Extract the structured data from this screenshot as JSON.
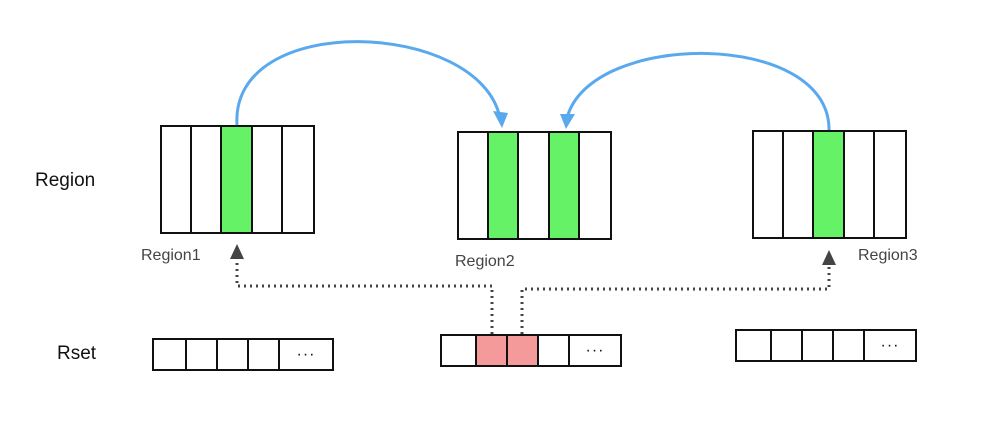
{
  "labels": {
    "region_row": "Region",
    "rset_row": "Rset"
  },
  "regions": [
    {
      "name": "Region1",
      "cells": 5,
      "highlighted": [
        2
      ]
    },
    {
      "name": "Region2",
      "cells": 5,
      "highlighted": [
        1,
        3
      ]
    },
    {
      "name": "Region3",
      "cells": 5,
      "highlighted": [
        2
      ]
    }
  ],
  "rsets": [
    {
      "cells": 4,
      "highlighted": [],
      "ellipsis": "···"
    },
    {
      "cells": 4,
      "highlighted": [
        1,
        2
      ],
      "ellipsis": "···"
    },
    {
      "cells": 4,
      "highlighted": [],
      "ellipsis": "···"
    }
  ],
  "colors": {
    "reference_cell": "#66f266",
    "rset_entry": "#f59a9a",
    "reference_arrow": "#5aa9ee",
    "rset_pointer": "#444444"
  }
}
